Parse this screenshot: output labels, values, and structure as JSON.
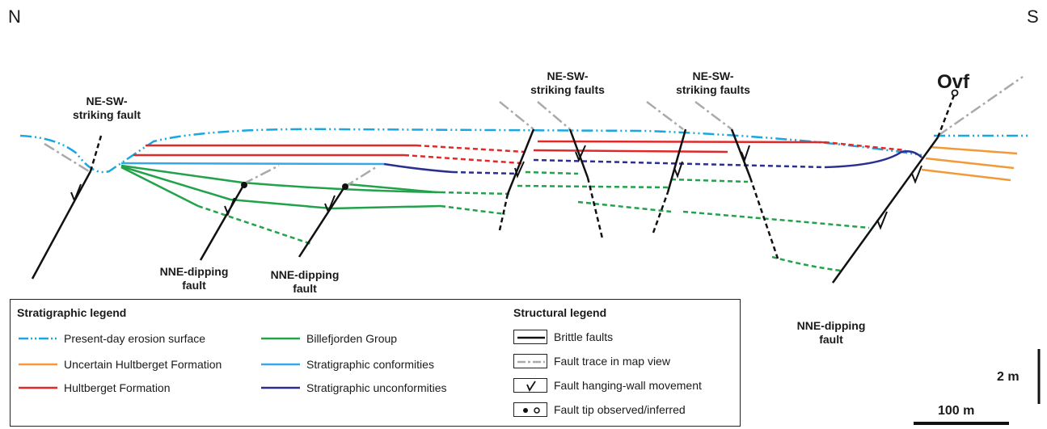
{
  "compass": {
    "north": "N",
    "south": "S"
  },
  "fault_labels": {
    "left_ne_sw": "NE-SW-\nstriking fault",
    "mid_ne_sw_1": "NE-SW-\nstriking faults",
    "mid_ne_sw_2": "NE-SW-\nstriking faults",
    "nne_1": "NNE-dipping\nfault",
    "nne_2": "NNE-dipping\nfault",
    "nne_3": "NNE-dipping\nfault",
    "ovf": "Ovf"
  },
  "colors": {
    "erosion": "#1aa7e0",
    "uncertain_hultberget": "#f29a3a",
    "hultberget": "#e02a2a",
    "billefjorden": "#22a24a",
    "conformities": "#35a9e8",
    "unconformities": "#2b2f8f",
    "brittle": "#111111",
    "trace": "#aaaaaa"
  },
  "stratigraphic_legend": {
    "title": "Stratigraphic legend",
    "items": [
      {
        "label": "Present-day erosion surface"
      },
      {
        "label": "Uncertain Hultberget Formation"
      },
      {
        "label": "Hultberget Formation"
      },
      {
        "label": "Billefjorden Group"
      },
      {
        "label": "Stratigraphic conformities"
      },
      {
        "label": "Stratigraphic unconformities"
      }
    ]
  },
  "structural_legend": {
    "title": "Structural legend",
    "items": [
      {
        "label": "Brittle faults"
      },
      {
        "label": "Fault trace in map view"
      },
      {
        "label": "Fault hanging-wall movement"
      },
      {
        "label": "Fault tip observed/inferred"
      }
    ]
  },
  "scale": {
    "vertical": "2 m",
    "horizontal": "100 m"
  }
}
